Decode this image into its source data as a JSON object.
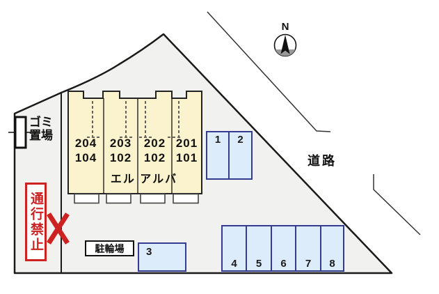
{
  "compass": {
    "label": "N"
  },
  "road_label": "道路",
  "building": {
    "name": "エル アルバ",
    "units": [
      {
        "upper": "204",
        "lower": "104"
      },
      {
        "upper": "203",
        "lower": "102"
      },
      {
        "upper": "202",
        "lower": "102"
      },
      {
        "upper": "201",
        "lower": "101"
      }
    ]
  },
  "garbage_label": "ゴミ置場",
  "bicycle_label": "駐輪場",
  "no_passage_label": "通行禁止",
  "parking": {
    "top_spaces": [
      "1",
      "2"
    ],
    "middle_space": "3",
    "bottom_spaces": [
      "4",
      "5",
      "6",
      "7",
      "8"
    ]
  },
  "colors": {
    "site_fill": "#f1f1ef",
    "building_fill": "#fbf3ce",
    "parking_fill": "#dcecfb",
    "parking_border": "#333c8f",
    "outline": "#1a1a1a",
    "warning_red": "#cc2222"
  }
}
